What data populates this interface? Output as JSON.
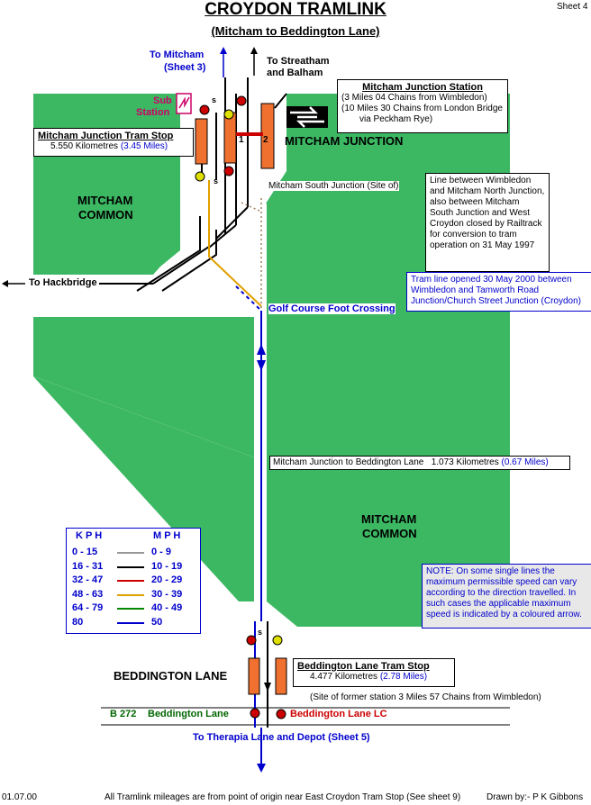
{
  "title": "CROYDON TRAMLINK",
  "subtitle": "(Mitcham to Beddington Lane)",
  "sheet": "Sheet 4",
  "labels": {
    "to_mitcham": "To Mitcham",
    "to_mitcham_sheet": "(Sheet 3)",
    "to_streatham": "To Streatham",
    "and_balham": "and Balham",
    "sub": "Sub",
    "station": "Station",
    "mitcham_junction": "MITCHAM JUNCTION",
    "mitcham_common_1": "MITCHAM",
    "mitcham_common_1b": "COMMON",
    "mitcham_common_2": "MITCHAM",
    "mitcham_common_2b": "COMMON",
    "to_hackbridge": "To Hackbridge",
    "mitcham_south_junction": "Mitcham South Junction (Site of)",
    "golf_course": "Golf Course Foot Crossing",
    "beddington_lane": "BEDDINGTON LANE",
    "b272": "B 272",
    "beddington_lane_road": "Beddington Lane",
    "beddington_lane_lc": "Beddington Lane LC",
    "to_therapia": "To Therapia Lane and Depot (Sheet 5)",
    "platform_1": "1",
    "platform_2": "2",
    "sig_s1": "s",
    "sig_s2": "s",
    "sig_s3": "s"
  },
  "boxes": {
    "mj_station_title": "Mitcham Junction Station",
    "mj_station_line1": "(3 Miles 04 Chains from Wimbledon)",
    "mj_station_line2": "(10 Miles 30 Chains from London Bridge",
    "mj_station_line3": "via Peckham Rye)",
    "mj_tram_title": "Mitcham Junction Tram Stop",
    "mj_tram_km": "5.550 Kilometres",
    "mj_tram_miles": "(3.45 Miles)",
    "closure_note": "Line between Wimbledon and Mitcham North Junction, also between Mitcham South Junction and West Croydon closed by Railtrack for conversion to tram operation on 31 May 1997",
    "opened_note": "Tram line opened 30 May 2000 between Wimbledon and Tamworth Road Junction/Church Street Junction (Croydon)",
    "distance_label": "Mitcham Junction to Beddington Lane",
    "distance_km": "1.073 Kilometres",
    "distance_miles": "(0.67 Miles)",
    "speed_note": "NOTE: On some single lines the maximum permissible speed can vary according to the direction travelled. In such cases the applicable maximum speed is indicated by a coloured arrow.",
    "bl_tram_title": "Beddington Lane Tram Stop",
    "bl_tram_km": "4.477 Kilometres",
    "bl_tram_miles": "(2.78 Miles)",
    "former_station": "(Site of former station 3 Miles 57 Chains from Wimbledon)"
  },
  "legend": {
    "kph_header": "K P H",
    "mph_header": "M P H",
    "rows": [
      {
        "kph": "0 - 15",
        "mph": "0 -   9",
        "color": "#999999"
      },
      {
        "kph": "16 - 31",
        "mph": "10 - 19",
        "color": "#000000"
      },
      {
        "kph": "32 - 47",
        "mph": "20 - 29",
        "color": "#cc0000"
      },
      {
        "kph": "48 - 63",
        "mph": "30 - 39",
        "color": "#e0a000"
      },
      {
        "kph": "64 - 79",
        "mph": "40 - 49",
        "color": "#008800"
      },
      {
        "kph": "80",
        "mph": "50",
        "color": "#0000cc"
      }
    ]
  },
  "footer": {
    "date": "01.07.00",
    "note": "All Tramlink mileages are from point of origin near East Croydon Tram Stop (See sheet 9)",
    "drawn_by": "Drawn by:- P K Gibbons"
  },
  "colors": {
    "common_green": "#3cb863",
    "platform_orange": "#f07030",
    "track_blue": "#0000cc",
    "track_black": "#000000",
    "track_yellow": "#e0a000",
    "br_red": "#cc0000"
  }
}
